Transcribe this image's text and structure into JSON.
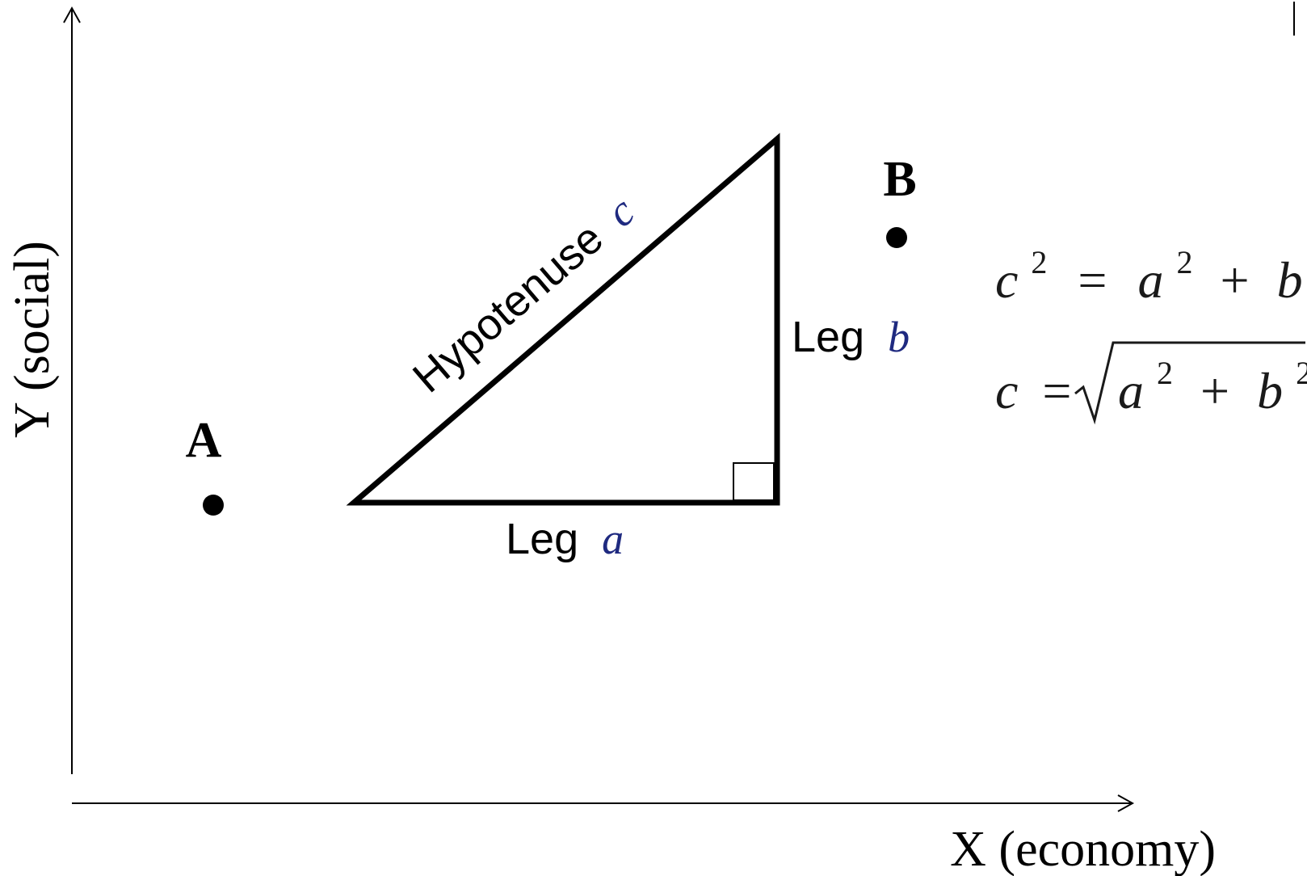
{
  "axes": {
    "x_label": "X (economy)",
    "y_label": "Y (social)"
  },
  "points": {
    "a_label": "A",
    "b_label": "B"
  },
  "triangle": {
    "hypotenuse_word": "Hypotenuse",
    "hypotenuse_var": "c",
    "leg_a_word": "Leg",
    "leg_a_var": "a",
    "leg_b_word": "Leg",
    "leg_b_var": "b"
  },
  "formulas": {
    "line1": {
      "c": "c",
      "exp": "2",
      "eq": "=",
      "a": "a",
      "plus": "+",
      "b": "b"
    },
    "line2": {
      "c": "c",
      "eq": "=",
      "a": "a",
      "exp": "2",
      "plus": "+",
      "b": "b"
    }
  },
  "colors": {
    "ink": "#000000",
    "formula_ink": "#1a1a1a",
    "background": "#ffffff"
  }
}
